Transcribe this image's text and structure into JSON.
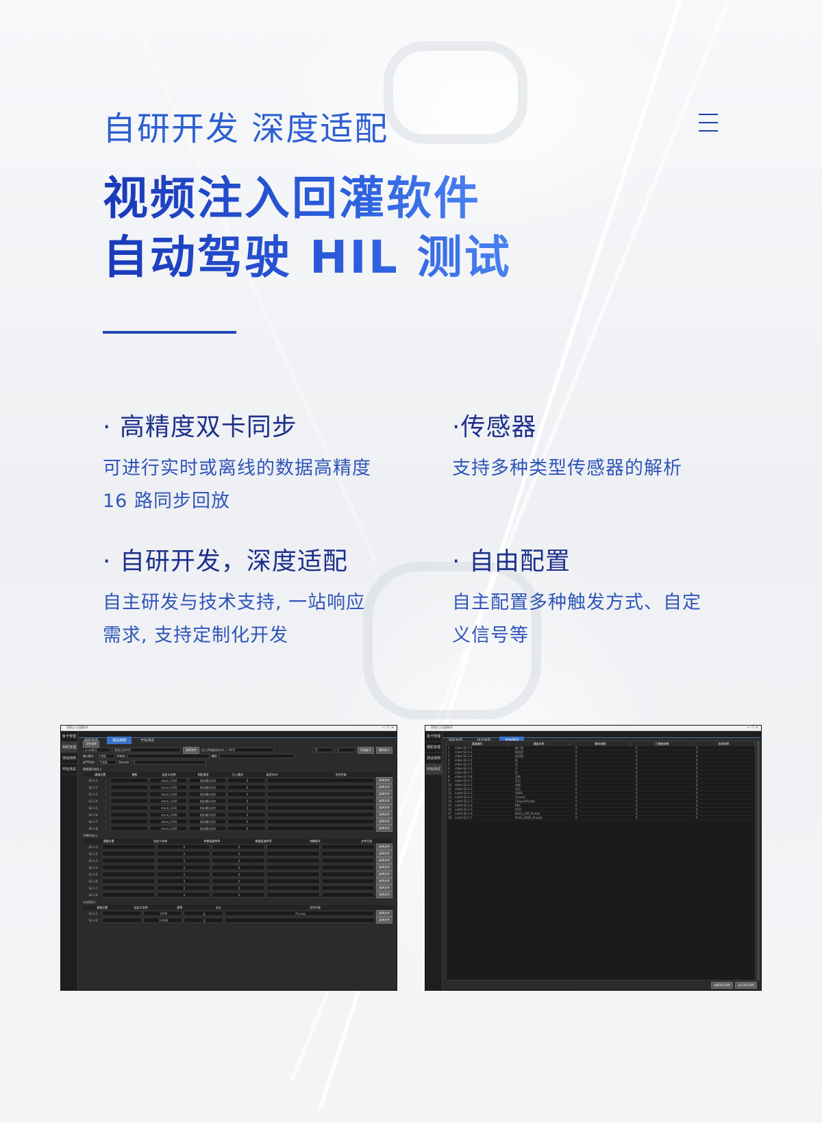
{
  "hero": {
    "subtitle": "自研开发 深度适配",
    "headline_line1": "视频注入回灌软件",
    "headline_line2": "自动驾驶 HIL 测试"
  },
  "features": [
    {
      "title": "· 高精度双卡同步",
      "desc1": "可进行实时或离线的数据高精度",
      "desc2": "16 路同步回放"
    },
    {
      "title": "·传感器",
      "desc1": "支持多种类型传感器的解析",
      "desc2": ""
    },
    {
      "title": "· 自研开发，深度适配",
      "desc1": "自主研发与技术支持, 一站响应",
      "desc2": "需求, 支持定制化开发"
    },
    {
      "title": "· 自由配置",
      "desc1": "自主配置多种触发方式、自定",
      "desc2": "义信号等"
    }
  ],
  "app1": {
    "title": "视频注入回灌软件",
    "side": [
      "板卡管理",
      "相机管理",
      "测试用例",
      "开始测试"
    ],
    "tabs": [
      "相机管理",
      "测试用例",
      "开始测试"
    ],
    "file_select": "文件选择",
    "row1": {
      "pcap": "pcap格式",
      "record_time": "数据记录时间",
      "select_file": "选择文件",
      "inject_delay": "注入开始延迟(ms)",
      "delay_value": "8000",
      "card": "S2",
      "add_card": "添加板卡",
      "del_card": "删除板卡"
    },
    "row2": {
      "port_mode": "端口模式",
      "mode_value": "不使能",
      "ip_label": "IP地址",
      "mask_label": "掩码"
    },
    "row3": {
      "gptp": "gPTP同步",
      "gptp_value": "不使能",
      "domain_label": "Domain",
      "domain_value": "0"
    },
    "video_section": "视频源码流注入",
    "video_headers": [
      "通道位置",
      "使能",
      "自定义名称",
      "相机类型",
      "注入模式",
      "延迟(ms)",
      "文件目录"
    ],
    "video_rows": [
      {
        "pos": "S2-1-1",
        "type": "stand_2160",
        "mode": "相机曝光同步",
        "delay": "0"
      },
      {
        "pos": "S2-1-2",
        "type": "stand_2160",
        "mode": "相机曝光同步",
        "delay": "0"
      },
      {
        "pos": "S2-1-3",
        "type": "stand_2160",
        "mode": "相机曝光同步",
        "delay": "0"
      },
      {
        "pos": "S2-1-4",
        "type": "stand_2160",
        "mode": "相机曝光同步",
        "delay": "0"
      },
      {
        "pos": "S2-1-5",
        "type": "stand_2160",
        "mode": "相机曝光同步",
        "delay": "0"
      },
      {
        "pos": "S2-1-6",
        "type": "stand_2160",
        "mode": "相机曝光同步",
        "delay": "0"
      },
      {
        "pos": "S2-1-7",
        "type": "stand_2160",
        "mode": "相机曝光同步",
        "delay": "0"
      },
      {
        "pos": "S2-1-8",
        "type": "stand_2160",
        "mode": "相机曝光同步",
        "delay": "0"
      }
    ],
    "can_section": "CANFD注入",
    "can_headers": [
      "通道位置",
      "自定义名称",
      "仲裁段波特率",
      "数据段波特率",
      "待解报文",
      "文件目录"
    ],
    "can_rows": [
      "S2-1-1",
      "S2-1-2",
      "S2-1-3",
      "S2-1-4",
      "S2-1-5",
      "S2-1-6",
      "S2-1-7",
      "S2-1-8"
    ],
    "eth_section": "以太网注入",
    "eth_headers": [
      "通道位置",
      "自定义名称",
      "速率",
      "主从",
      "文件目录"
    ],
    "eth_rows": [
      {
        "pos": "S2-1-1",
        "rate": "100M",
        "role": "从",
        "path": "/0.pcap"
      },
      {
        "pos": "S2-1-2",
        "rate": "1000M",
        "role": "主",
        "path": ""
      }
    ],
    "select_btn": "选择文件"
  },
  "app2": {
    "side": [
      "板卡管理",
      "相机管理",
      "测试用例",
      "开始测试"
    ],
    "tabs": [
      "相机管理",
      "测试用例",
      "开始测试"
    ],
    "headers": [
      "通道编号",
      "通道名称",
      "解码帧数",
      "已播放帧数",
      "丢帧帧率"
    ],
    "rows": [
      {
        "n": "1",
        "ch": "video-S2-1-1",
        "name": "前广角",
        "a": "0",
        "b": "0",
        "c": "0"
      },
      {
        "n": "2",
        "ch": "video-S2-1-2",
        "name": "前远距",
        "a": "0",
        "b": "0",
        "c": "0"
      },
      {
        "n": "3",
        "ch": "video-S2-1-3",
        "name": "前远距",
        "a": "0",
        "b": "0",
        "c": "0"
      },
      {
        "n": "4",
        "ch": "video-S2-1-4",
        "name": "前",
        "a": "0",
        "b": "0",
        "c": "0"
      },
      {
        "n": "5",
        "ch": "video-S2-1-5",
        "name": "后",
        "a": "0",
        "b": "0",
        "c": "0"
      },
      {
        "n": "6",
        "ch": "video-S2-1-6",
        "name": "左",
        "a": "0",
        "b": "0",
        "c": "0"
      },
      {
        "n": "7",
        "ch": "video-S2-1-7",
        "name": "右",
        "a": "0",
        "b": "0",
        "c": "0"
      },
      {
        "n": "8",
        "ch": "video-S2-1-8",
        "name": "左前",
        "a": "0",
        "b": "0",
        "c": "0"
      },
      {
        "n": "9",
        "ch": "video-S2-2-1",
        "name": "左后",
        "a": "0",
        "b": "0",
        "c": "0"
      },
      {
        "n": "10",
        "ch": "video-S2-2-2",
        "name": "右前",
        "a": "0",
        "b": "0",
        "c": "0"
      },
      {
        "n": "11",
        "ch": "video-S2-2-3",
        "name": "右后",
        "a": "0",
        "b": "0",
        "c": "0"
      },
      {
        "n": "12",
        "ch": "canfd-S2-1-1",
        "name": "ADAS",
        "a": "0",
        "b": "0",
        "c": "0"
      },
      {
        "n": "13",
        "ch": "canfd-S2-1-2",
        "name": "Chassis",
        "a": "0",
        "b": "0",
        "c": "0"
      },
      {
        "n": "14",
        "ch": "canfd-S2-1-3",
        "name": "ChassisPrivate",
        "a": "0",
        "b": "0",
        "c": "0"
      },
      {
        "n": "15",
        "ch": "canfd-S2-1-4",
        "name": "BRC",
        "a": "0",
        "b": "0",
        "c": "0"
      },
      {
        "n": "16",
        "ch": "canfd-S2-1-5",
        "name": "DCD",
        "a": "0",
        "b": "0",
        "c": "0"
      },
      {
        "n": "17",
        "ch": "canfd-S2-1-6",
        "name": "DAUL_LRR_Private",
        "a": "0",
        "b": "0",
        "c": "0"
      },
      {
        "n": "18",
        "ch": "canfd-S2-1-7",
        "name": "DAUL_RRSR_Private",
        "a": "0",
        "b": "0",
        "c": "0"
      }
    ],
    "btn_load": "加载测试用例",
    "btn_run": "运行测试用例"
  }
}
